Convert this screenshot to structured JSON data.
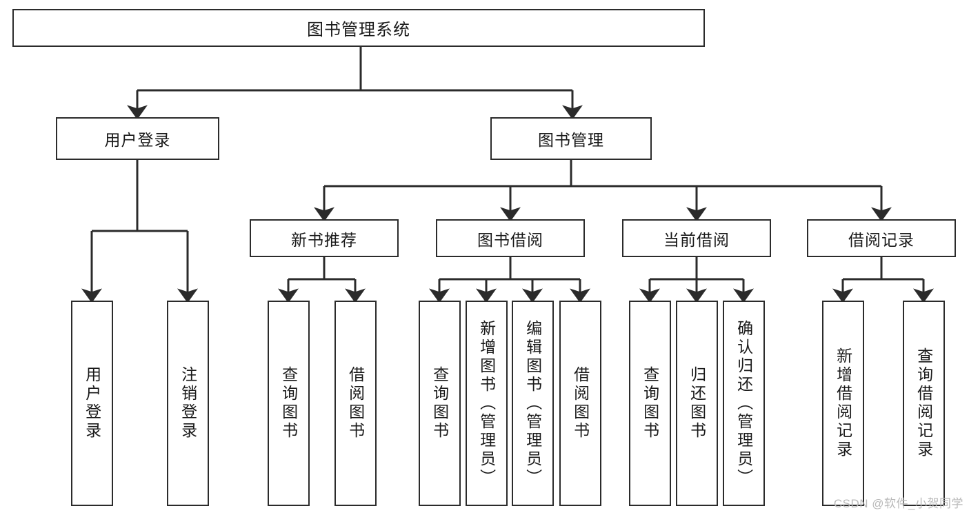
{
  "diagram": {
    "type": "tree-hierarchy-chart",
    "title": "图书管理系统",
    "watermark": "CSDN @软件_小贺同学",
    "colors": {
      "stroke": "#2b2b2b",
      "background": "#ffffff",
      "text": "#1a1a1a",
      "watermark": "#b9b9b9"
    },
    "root": {
      "id": "root",
      "label": "图书管理系统"
    },
    "level2": [
      {
        "id": "user-login",
        "label": "用户登录"
      },
      {
        "id": "book-manage",
        "label": "图书管理"
      }
    ],
    "level3": [
      {
        "id": "new-book-recommend",
        "label": "新书推荐",
        "parent": "book-manage"
      },
      {
        "id": "book-borrow",
        "label": "图书借阅",
        "parent": "book-manage"
      },
      {
        "id": "current-borrow",
        "label": "当前借阅",
        "parent": "book-manage"
      },
      {
        "id": "borrow-record",
        "label": "借阅记录",
        "parent": "book-manage"
      }
    ],
    "leaves": [
      {
        "id": "leaf-user-login",
        "label": "用户登录",
        "parent": "user-login"
      },
      {
        "id": "leaf-logout-login",
        "label": "注销登录",
        "parent": "user-login"
      },
      {
        "id": "leaf-query-book-1",
        "label": "查询图书",
        "parent": "new-book-recommend"
      },
      {
        "id": "leaf-borrow-book-1",
        "label": "借阅图书",
        "parent": "new-book-recommend"
      },
      {
        "id": "leaf-query-book-2",
        "label": "查询图书",
        "parent": "book-borrow"
      },
      {
        "id": "leaf-add-book",
        "label": "新增图书（管理员）",
        "parent": "book-borrow"
      },
      {
        "id": "leaf-edit-book",
        "label": "编辑图书（管理员）",
        "parent": "book-borrow"
      },
      {
        "id": "leaf-borrow-book-2",
        "label": "借阅图书",
        "parent": "book-borrow"
      },
      {
        "id": "leaf-query-book-3",
        "label": "查询图书",
        "parent": "current-borrow"
      },
      {
        "id": "leaf-return-book",
        "label": "归还图书",
        "parent": "current-borrow"
      },
      {
        "id": "leaf-confirm-return",
        "label": "确认归还（管理员）",
        "parent": "current-borrow"
      },
      {
        "id": "leaf-add-record",
        "label": "新增借阅记录",
        "parent": "borrow-record"
      },
      {
        "id": "leaf-query-record",
        "label": "查询借阅记录",
        "parent": "borrow-record"
      }
    ]
  }
}
